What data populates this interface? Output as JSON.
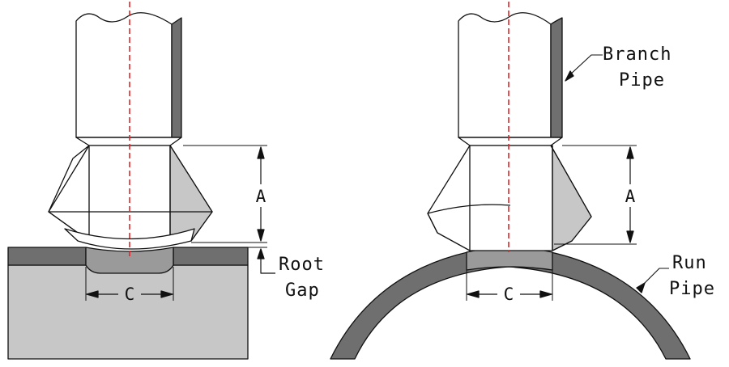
{
  "labels": {
    "branch_pipe": [
      "Branch",
      "Pipe"
    ],
    "run_pipe": [
      "Run",
      "Pipe"
    ],
    "root_gap": [
      "Root",
      "Gap"
    ],
    "dim_a": "A",
    "dim_c": "C"
  },
  "colors": {
    "outline": "#111111",
    "pipe_fill": "#ffffff",
    "shade_dark": "#6f6f6f",
    "shade_medium": "#9a9a9a",
    "shade_light": "#c7c7c7",
    "centerline": "#e0262a",
    "background": "#ffffff"
  }
}
